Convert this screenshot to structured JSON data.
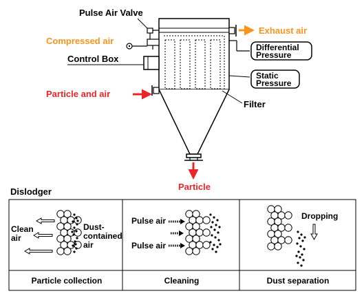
{
  "colors": {
    "orange": "#f7941d",
    "red": "#e8262a",
    "black": "#000000",
    "white": "#ffffff"
  },
  "labels": {
    "pulse_air_valve": "Pulse Air Valve",
    "compressed_air": "Compressed air",
    "control_box": "Control Box",
    "particle_and_air": "Particle and air",
    "exhaust_air": "Exhaust air",
    "differential_pressure_line1": "Differential",
    "differential_pressure_line2": "Pressure",
    "static_pressure_line1": "Static",
    "static_pressure_line2": "Pressure",
    "filter": "Filter",
    "particle": "Particle"
  },
  "dislodger": {
    "title": "Dislodger",
    "panels": [
      {
        "caption": "Particle collection",
        "clean_air_line1": "Clean",
        "clean_air_line2": "air",
        "dust_line1": "Dust-",
        "dust_line2": "contained",
        "dust_line3": "air"
      },
      {
        "caption": "Cleaning",
        "pulse_air_top": "Pulse air",
        "pulse_air_bottom": "Pulse air"
      },
      {
        "caption": "Dust separation",
        "dropping": "Dropping"
      }
    ]
  }
}
